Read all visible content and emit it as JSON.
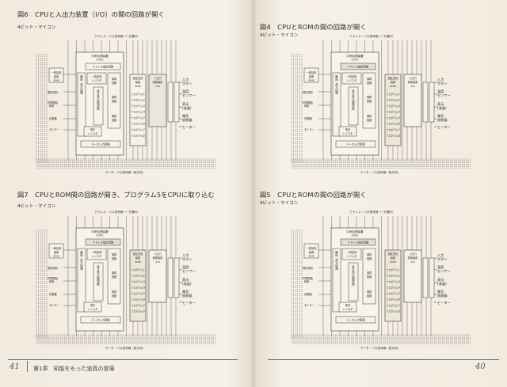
{
  "left_page": {
    "figures": [
      {
        "caption": "図6　CPUと入出力装置（I/O）の間の回路が開く",
        "subtitle": "4ビット・マイコン"
      },
      {
        "caption": "図7　CPUとROM間の回路が開き、プログラム5をCPUに取り込む",
        "subtitle": "4ビット・マイコン"
      }
    ],
    "folio": "41",
    "running_head": "第1章　知能をもった道具の登場"
  },
  "right_page": {
    "figures": [
      {
        "caption": "図4　CPUとROMの間の回路が開く",
        "subtitle": "4ビット・マイコン"
      },
      {
        "caption": "図5　CPUとROMの間の回路が開く",
        "subtitle": "4ビット・マイコン"
      }
    ],
    "folio": "40"
  },
  "diagram": {
    "address_bus": "アドレス・バス信号線（一方通行）",
    "data_bus": "データ・バス信号線（双方向）",
    "cpu": "中央処理装置（CPU）",
    "address_circuit": "アドレス指定回路",
    "temp_memory": "一時記憶装置（RAM）",
    "clock": "周辺時計",
    "work_start": "作業開始時計",
    "counter": "計数器",
    "timer": "タイマー",
    "decoder": "解読・命令回路",
    "register": "一時記憶レジスタ",
    "control_circuit": "命令実行制御回路",
    "alu": "演算回路",
    "flag": "条件レジスタ",
    "data_io": "データ入力回路",
    "rom": "固定記憶装置（ROM）",
    "programs": [
      "プログラム1",
      "プログラム2",
      "プログラム3",
      "プログラム4",
      "プログラム5",
      "プログラム6",
      "プログラム7",
      "プログラム8"
    ],
    "io": "入出力制御装置（I/O）",
    "outputs": [
      "入力ボタン",
      "温度センサー",
      "表示（液晶）",
      "電気放热器",
      "ヒーター"
    ]
  }
}
